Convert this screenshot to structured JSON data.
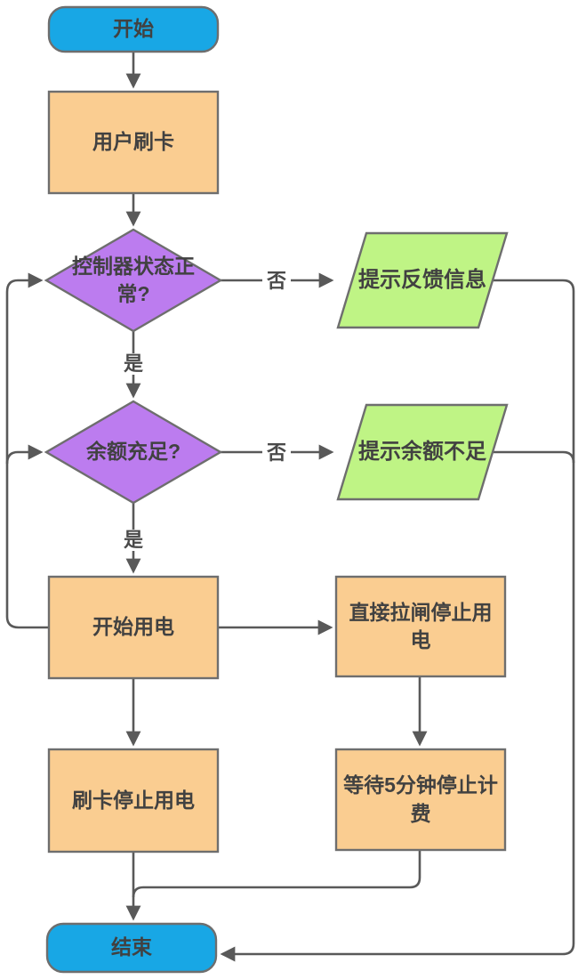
{
  "colors": {
    "node_blue": "#18a7e5",
    "node_orange": "#facd91",
    "node_purple": "#bc7cef",
    "node_green": "#bff485",
    "border_gray": "#6e6e6e",
    "line_gray": "#595959",
    "text_dark": "#414141",
    "canvas_bg": "#ffffff"
  },
  "nodes": {
    "start": {
      "label": "开始",
      "type": "terminator"
    },
    "user_swipe": {
      "label": "用户刷卡",
      "type": "process"
    },
    "controller_ok": {
      "label": "控制器状态正常?",
      "type": "decision"
    },
    "feedback_msg": {
      "label": "提示反馈信息",
      "type": "io"
    },
    "balance_ok": {
      "label": "余额充足?",
      "type": "decision"
    },
    "insufficient_msg": {
      "label": "提示余额不足",
      "type": "io"
    },
    "start_power": {
      "label": "开始用电",
      "type": "process"
    },
    "pull_switch": {
      "label": "直接拉闸停止用电",
      "type": "process"
    },
    "swipe_stop": {
      "label": "刷卡停止用电",
      "type": "process"
    },
    "wait_5min": {
      "label": "等待5分钟停止计费",
      "type": "process"
    },
    "end": {
      "label": "结束",
      "type": "terminator"
    }
  },
  "edge_labels": {
    "no_1": "否",
    "yes_1": "是",
    "no_2": "否",
    "yes_2": "是"
  }
}
